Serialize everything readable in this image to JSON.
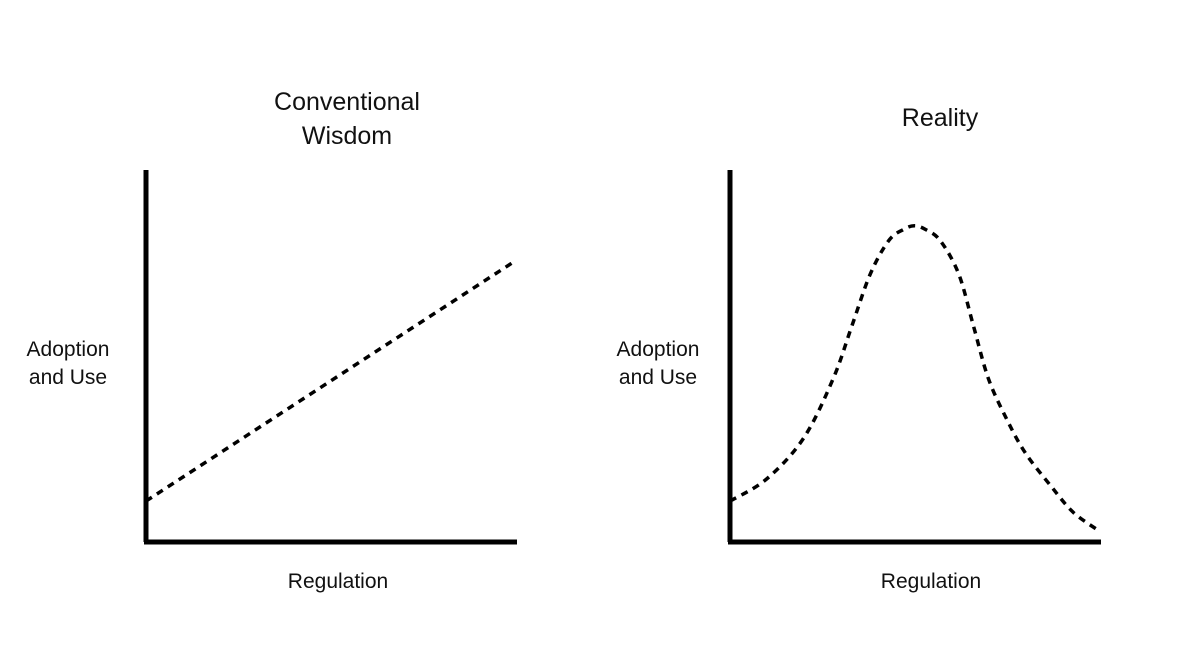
{
  "chart_data": [
    {
      "type": "line",
      "title_lines": [
        "Conventional",
        "Wisdom"
      ],
      "xlabel": "Regulation",
      "ylabel_lines": [
        "Adoption",
        "and Use"
      ],
      "series": [
        {
          "style": "dashed",
          "x": [
            0,
            100
          ],
          "y": [
            11,
            75
          ]
        }
      ],
      "xlim": [
        0,
        100
      ],
      "ylim": [
        0,
        100
      ],
      "grid": false,
      "ticks": false
    },
    {
      "type": "line",
      "title_lines": [
        "Reality"
      ],
      "xlabel": "Regulation",
      "ylabel_lines": [
        "Adoption",
        "and Use"
      ],
      "series": [
        {
          "style": "dashed",
          "x": [
            0,
            10,
            20,
            28,
            33,
            38,
            43,
            47,
            50,
            53,
            57,
            62,
            66,
            70,
            75,
            80,
            87,
            93,
            100
          ],
          "y": [
            11,
            17,
            28,
            44,
            58,
            72,
            81,
            84,
            85,
            84,
            81,
            72,
            58,
            44,
            33,
            24,
            15,
            8,
            3
          ]
        }
      ],
      "xlim": [
        0,
        100
      ],
      "ylim": [
        0,
        100
      ],
      "grid": false,
      "ticks": false
    }
  ]
}
